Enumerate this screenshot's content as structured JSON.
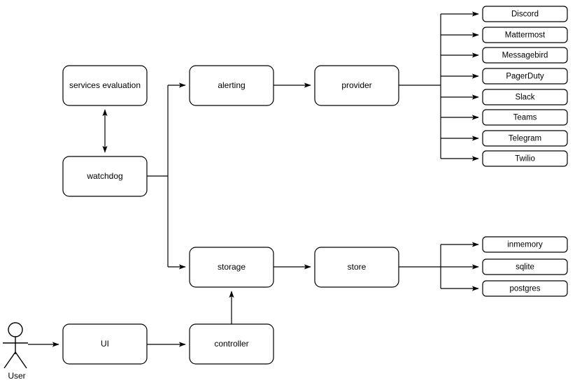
{
  "diagram": {
    "type": "flow-architecture",
    "background_color": "#ffffff",
    "line_color": "#000000",
    "node_fill": "#ffffff"
  },
  "actor": {
    "label": "User"
  },
  "nodes": {
    "services_evaluation": "services evaluation",
    "watchdog": "watchdog",
    "alerting": "alerting",
    "provider": "provider",
    "storage": "storage",
    "store": "store",
    "ui": "UI",
    "controller": "controller"
  },
  "providers": [
    {
      "label": "Discord"
    },
    {
      "label": "Mattermost"
    },
    {
      "label": "Messagebird"
    },
    {
      "label": "PagerDuty"
    },
    {
      "label": "Slack"
    },
    {
      "label": "Teams"
    },
    {
      "label": "Telegram"
    },
    {
      "label": "Twilio"
    }
  ],
  "stores": [
    {
      "label": "inmemory"
    },
    {
      "label": "sqlite"
    },
    {
      "label": "postgres"
    }
  ],
  "edges": [
    {
      "from": "watchdog",
      "to": "services evaluation",
      "style": "bidirectional"
    },
    {
      "from": "watchdog",
      "to": "alerting",
      "style": "arrow"
    },
    {
      "from": "watchdog",
      "to": "storage",
      "style": "arrow"
    },
    {
      "from": "alerting",
      "to": "provider",
      "style": "arrow"
    },
    {
      "from": "provider",
      "to": "Discord",
      "style": "arrow"
    },
    {
      "from": "provider",
      "to": "Mattermost",
      "style": "arrow"
    },
    {
      "from": "provider",
      "to": "Messagebird",
      "style": "arrow"
    },
    {
      "from": "provider",
      "to": "PagerDuty",
      "style": "arrow"
    },
    {
      "from": "provider",
      "to": "Slack",
      "style": "arrow"
    },
    {
      "from": "provider",
      "to": "Teams",
      "style": "arrow"
    },
    {
      "from": "provider",
      "to": "Telegram",
      "style": "arrow"
    },
    {
      "from": "provider",
      "to": "Twilio",
      "style": "arrow"
    },
    {
      "from": "storage",
      "to": "store",
      "style": "arrow"
    },
    {
      "from": "store",
      "to": "inmemory",
      "style": "arrow"
    },
    {
      "from": "store",
      "to": "sqlite",
      "style": "arrow"
    },
    {
      "from": "store",
      "to": "postgres",
      "style": "arrow"
    },
    {
      "from": "User",
      "to": "UI",
      "style": "arrow"
    },
    {
      "from": "UI",
      "to": "controller",
      "style": "arrow"
    },
    {
      "from": "controller",
      "to": "storage",
      "style": "arrow"
    }
  ]
}
